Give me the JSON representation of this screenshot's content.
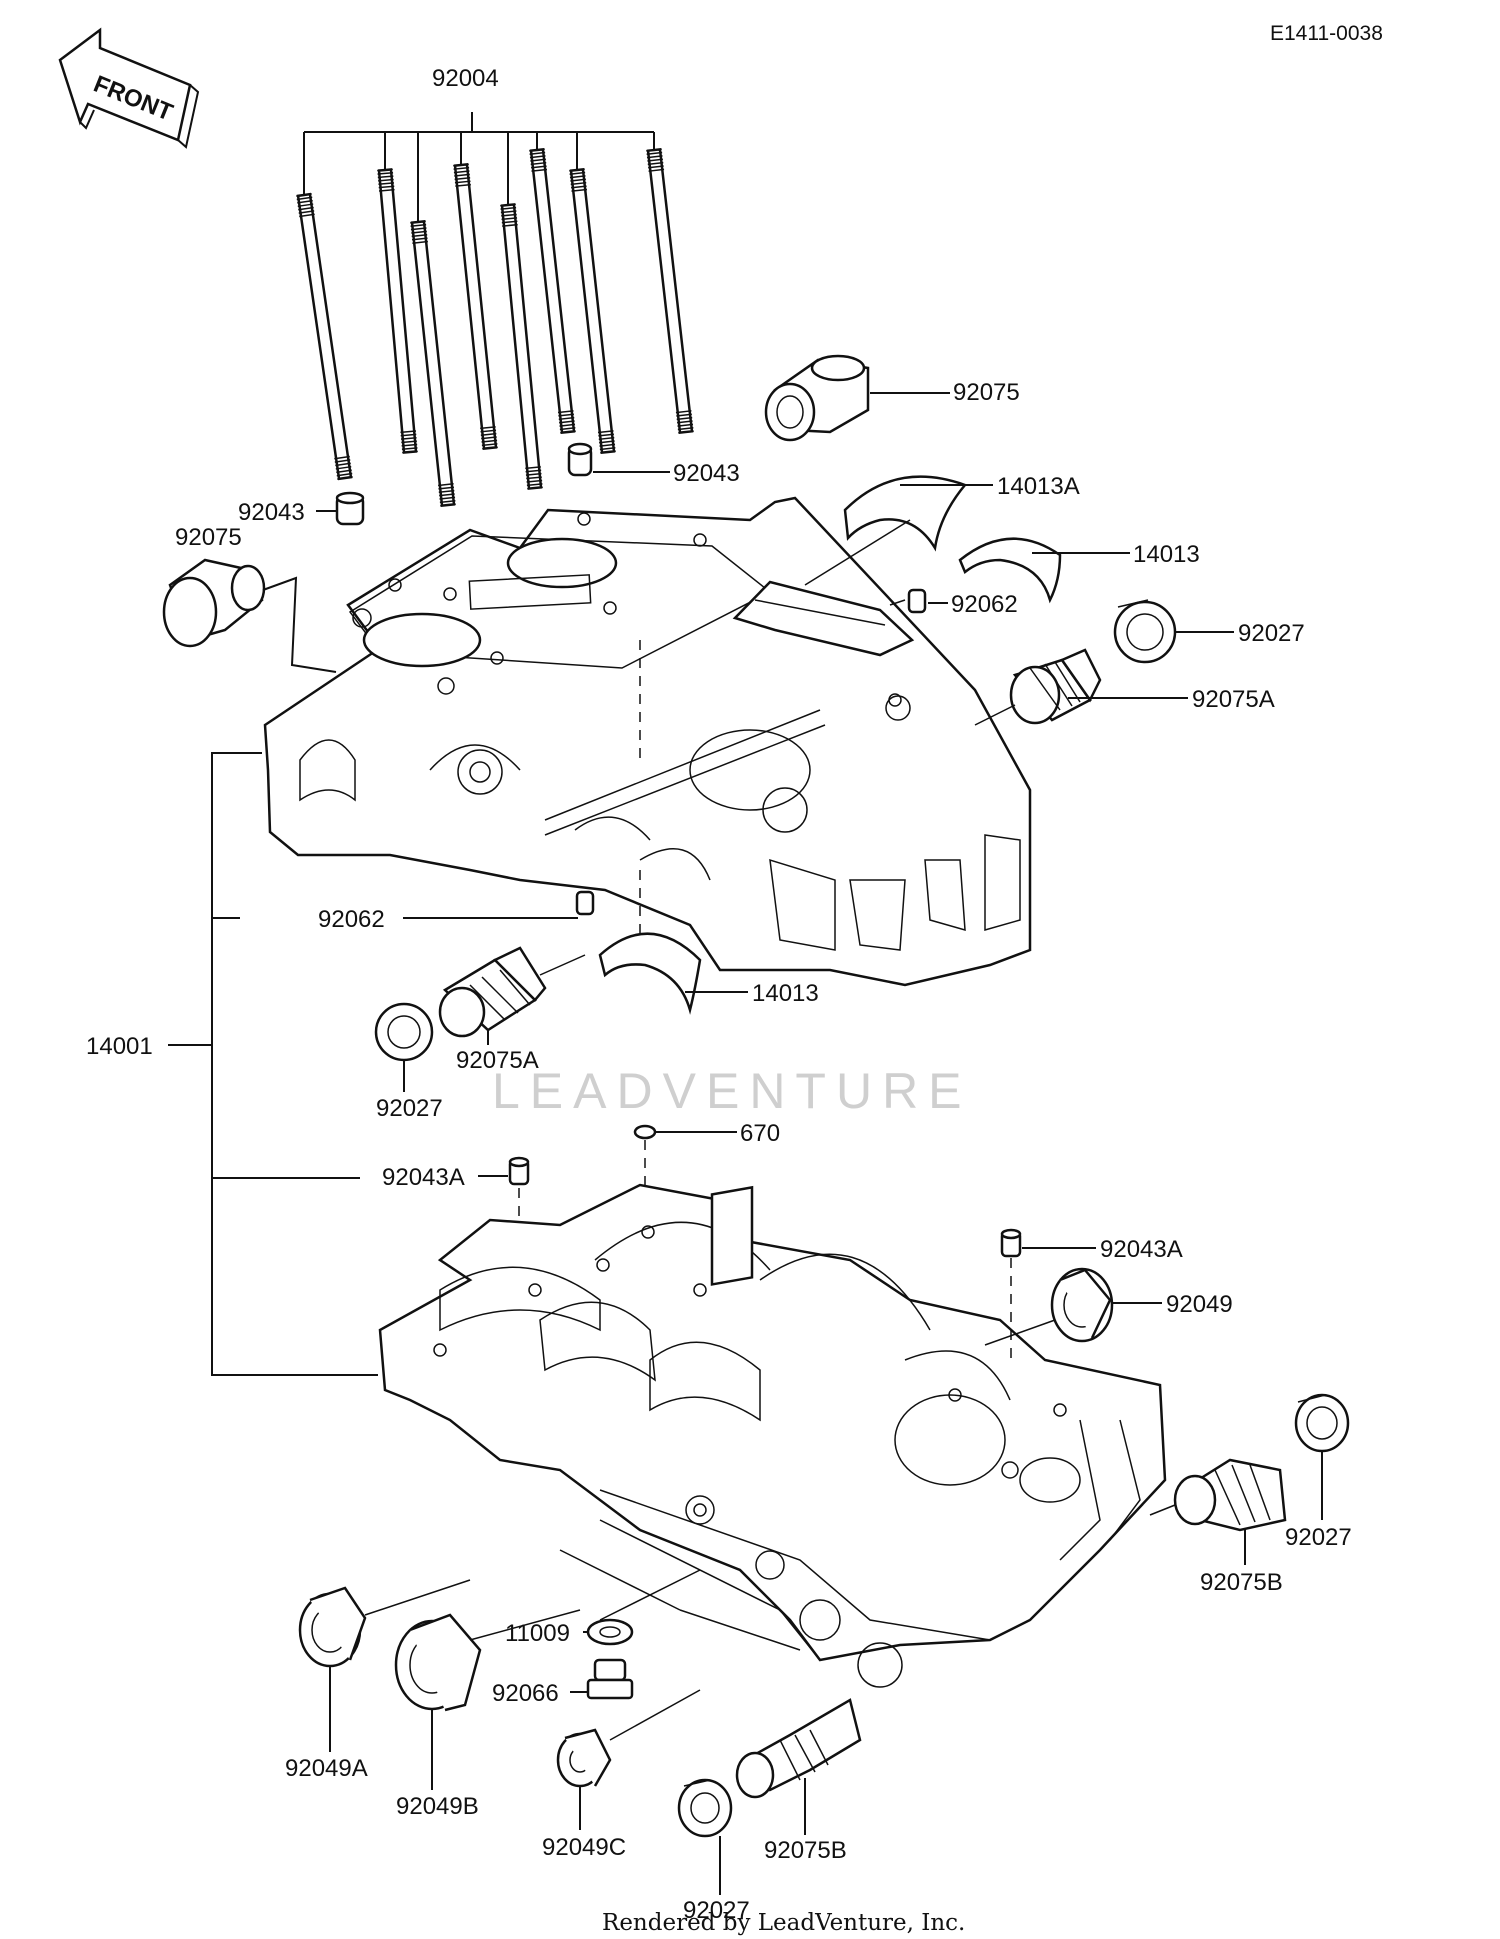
{
  "diagram_code": "E1411-0038",
  "direction_label": "FRONT",
  "watermark": "LEADVENTURE",
  "footer": "Rendered by LeadVenture, Inc.",
  "labels": {
    "l92004": "92004",
    "l92075_top": "92075",
    "l92043_right": "92043",
    "l92043_left": "92043",
    "l92075_left": "92075",
    "l14013A": "14013A",
    "l14013_top": "14013",
    "l92062_top": "92062",
    "l92027_right": "92027",
    "l92075A_right": "92075A",
    "l92062_mid": "92062",
    "l14013_bottom": "14013",
    "l14001": "14001",
    "l92075A_left": "92075A",
    "l92027_left": "92027",
    "l670": "670",
    "l92043A_left": "92043A",
    "l92043A_right": "92043A",
    "l92049": "92049",
    "l92027_far": "92027",
    "l92075B_right": "92075B",
    "l11009": "11009",
    "l92066": "92066",
    "l92049A": "92049A",
    "l92049B": "92049B",
    "l92049C": "92049C",
    "l92075B_bottom": "92075B",
    "l92027_bottom": "92027"
  }
}
